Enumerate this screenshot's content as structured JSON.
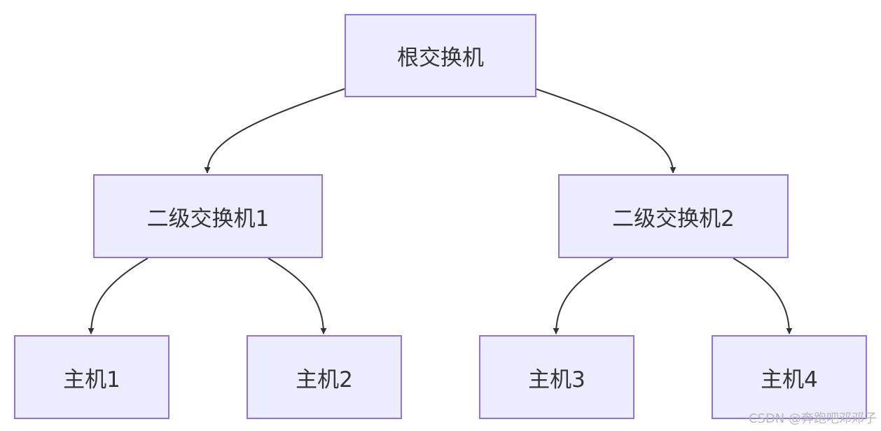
{
  "diagram": {
    "nodes": {
      "root": "根交换机",
      "switch1": "二级交换机1",
      "switch2": "二级交换机2",
      "host1": "主机1",
      "host2": "主机2",
      "host3": "主机3",
      "host4": "主机4"
    },
    "edges": [
      {
        "from": "root",
        "to": "switch1"
      },
      {
        "from": "root",
        "to": "switch2"
      },
      {
        "from": "switch1",
        "to": "host1"
      },
      {
        "from": "switch1",
        "to": "host2"
      },
      {
        "from": "switch2",
        "to": "host3"
      },
      {
        "from": "switch2",
        "to": "host4"
      }
    ],
    "colors": {
      "node_fill": "#ececff",
      "node_border": "#9370db",
      "edge": "#333333",
      "text": "#333333"
    }
  },
  "watermark": "CSDN @奔跑吧邓邓子"
}
